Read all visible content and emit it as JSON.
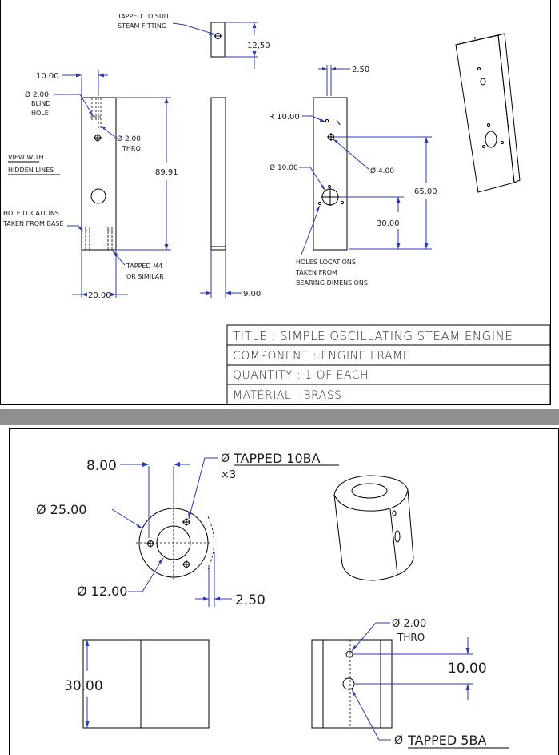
{
  "sheet1": {
    "notes": {
      "tapped_l1": "TAPPED TO SUIT",
      "tapped_l2": "STEAM FITTING",
      "dim_12_50": "12,50",
      "dim_10_00": "10.00",
      "blind_l1": "Ø 2.00",
      "blind_l2": "BLIND",
      "blind_l3": "HOLE",
      "thro_l1": "Ø 2.00",
      "thro_l2": "THRO",
      "view_l1": "VIEW WITH",
      "view_l2": "HIDDEN LINES",
      "dim_89_91": "89.91",
      "holeloc_l1": "HOLE LOCATIONS",
      "holeloc_l2": "TAKEN FROM BASE",
      "tappedm4_l1": "TAPPED M4",
      "tappedm4_l2": "OR SIMILAR",
      "dim_20_00": "20.00",
      "dim_9_00": "9.00",
      "dim_2_50": "2.50",
      "r_10_00": "R 10.00",
      "dia_10_00": "Ø 10.00",
      "dia_4_00": "Ø 4.00",
      "dim_65_00": "65.00",
      "dim_30_00": "30.00",
      "bearing_l1": "HOLES LOCATIONS",
      "bearing_l2": "TAKEN FROM",
      "bearing_l3": "BEARING DIMENSIONS"
    },
    "title_block": {
      "title": "TITLE : SIMPLE OSCILLATING STEAM ENGINE",
      "component": "COMPONENT : ENGINE FRAME",
      "quantity": "QUANTITY : 1 OF EACH",
      "material": "MATERIAL : BRASS"
    }
  },
  "sheet2": {
    "dim_8_00": "8.00",
    "tapped10_sym": "Ø",
    "tapped10_text": "TAPPED 10BA",
    "tapped10_count": "×3",
    "dia_25_00": "Ø 25.00",
    "dia_12_00": "Ø 12.00",
    "dim_2_50": "2.50",
    "dim_30_00": "30.00",
    "thro_l1": "Ø 2.00",
    "thro_l2": "THRO",
    "dim_10_00": "10.00",
    "tapped5_sym": "Ø",
    "tapped5_text": "TAPPED 5BA"
  },
  "colors": {
    "separator": "#8f8f8f",
    "dimension": "#2b3bb0",
    "linework": "#000000"
  }
}
